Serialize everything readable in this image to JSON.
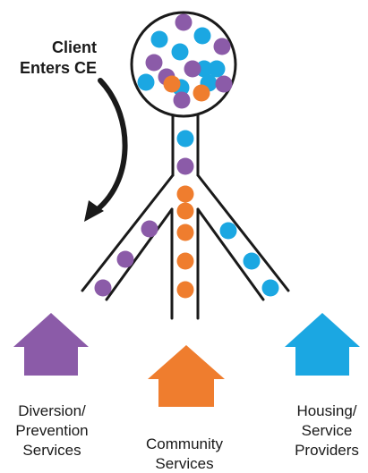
{
  "labels": {
    "client_enters": [
      "Client",
      "Enters CE"
    ],
    "diversion": [
      "Diversion/",
      "Prevention",
      "Services"
    ],
    "community": [
      "Community",
      "Services"
    ],
    "housing": [
      "Housing/",
      "Service",
      "Providers"
    ]
  },
  "colors": {
    "purple": "#8b5ba8",
    "blue": "#1ba7e2",
    "orange": "#ef7d2e",
    "line": "#1a1a1a"
  },
  "houses": [
    {
      "name": "diversion-house",
      "color": "purple"
    },
    {
      "name": "community-house",
      "color": "orange"
    },
    {
      "name": "housing-house",
      "color": "blue"
    }
  ],
  "dot_sequence": {
    "circle": [
      "purple",
      "blue",
      "blue",
      "purple",
      "blue",
      "blue",
      "purple",
      "purple",
      "blue",
      "purple",
      "blue",
      "blue",
      "orange",
      "blue",
      "purple",
      "purple",
      "orange"
    ],
    "stem": [
      "blue",
      "purple",
      "orange"
    ],
    "left_branch": [
      "purple",
      "purple",
      "purple"
    ],
    "middle_branch": [
      "orange",
      "orange",
      "orange",
      "orange"
    ],
    "right_branch": [
      "blue",
      "blue",
      "blue"
    ]
  }
}
